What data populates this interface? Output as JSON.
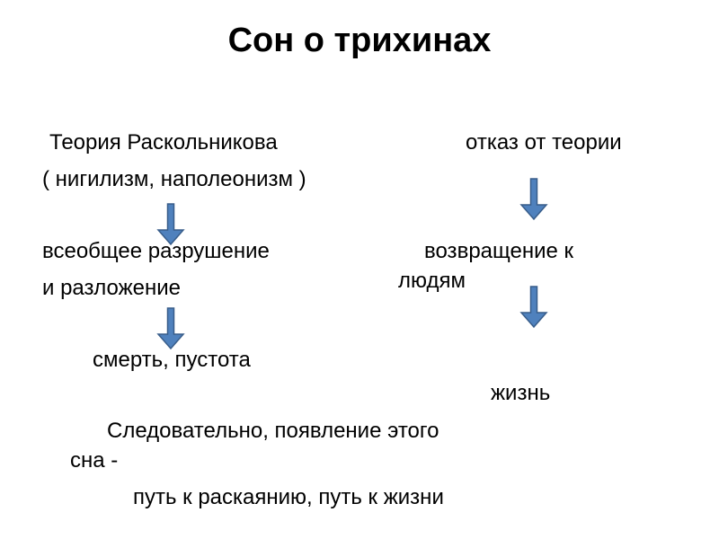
{
  "slide": {
    "title": "Сон о трихинах",
    "left": {
      "theory_line1": "Теория Раскольникова",
      "theory_line2": "( нигилизм,  наполеонизм )",
      "destruction_line1": "всеобщее разрушение",
      "destruction_line2": "и разложение",
      "result": "смерть, пустота"
    },
    "right": {
      "rejection": "отказ от теории",
      "return_line1": "возвращение к",
      "return_line2": "людям",
      "result": "жизнь"
    },
    "conclusion": {
      "line1": "Следовательно, появление этого",
      "line2": "сна -",
      "line3": "путь к раскаянию, путь к жизни"
    }
  },
  "colors": {
    "arrow_fill": "#4F81BD",
    "arrow_stroke": "#385D8A",
    "text": "#000000",
    "background": "#FFFFFF"
  },
  "icons": [
    "down-arrow-icon"
  ]
}
